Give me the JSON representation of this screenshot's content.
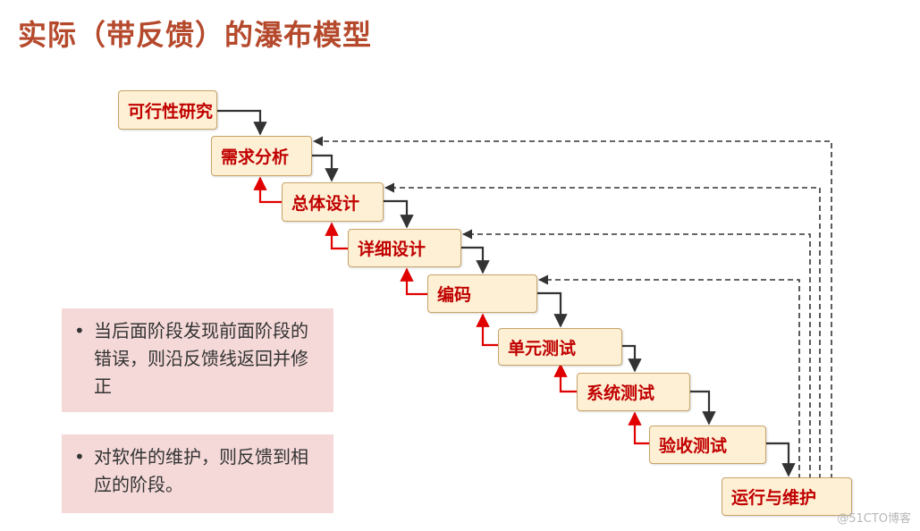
{
  "title": "实际（带反馈）的瀑布模型",
  "stages": [
    "可行性研究",
    "需求分析",
    "总体设计",
    "详细设计",
    "编码",
    "单元测试",
    "系统测试",
    "验收测试",
    "运行与维护"
  ],
  "notes": [
    "当后面阶段发现前面阶段的错误，则沿反馈线返回并修正",
    "对软件的维护，则反馈到相应的阶段。"
  ],
  "bullet": "•",
  "watermark": "@51CTO博客",
  "colors": {
    "title": "#b5492c",
    "stage_fill": "#fdf0d4",
    "stage_text": "#c00000",
    "feedback_arrow": "#e00000",
    "forward_arrow": "#333333",
    "note_fill": "#f4d9d8"
  }
}
